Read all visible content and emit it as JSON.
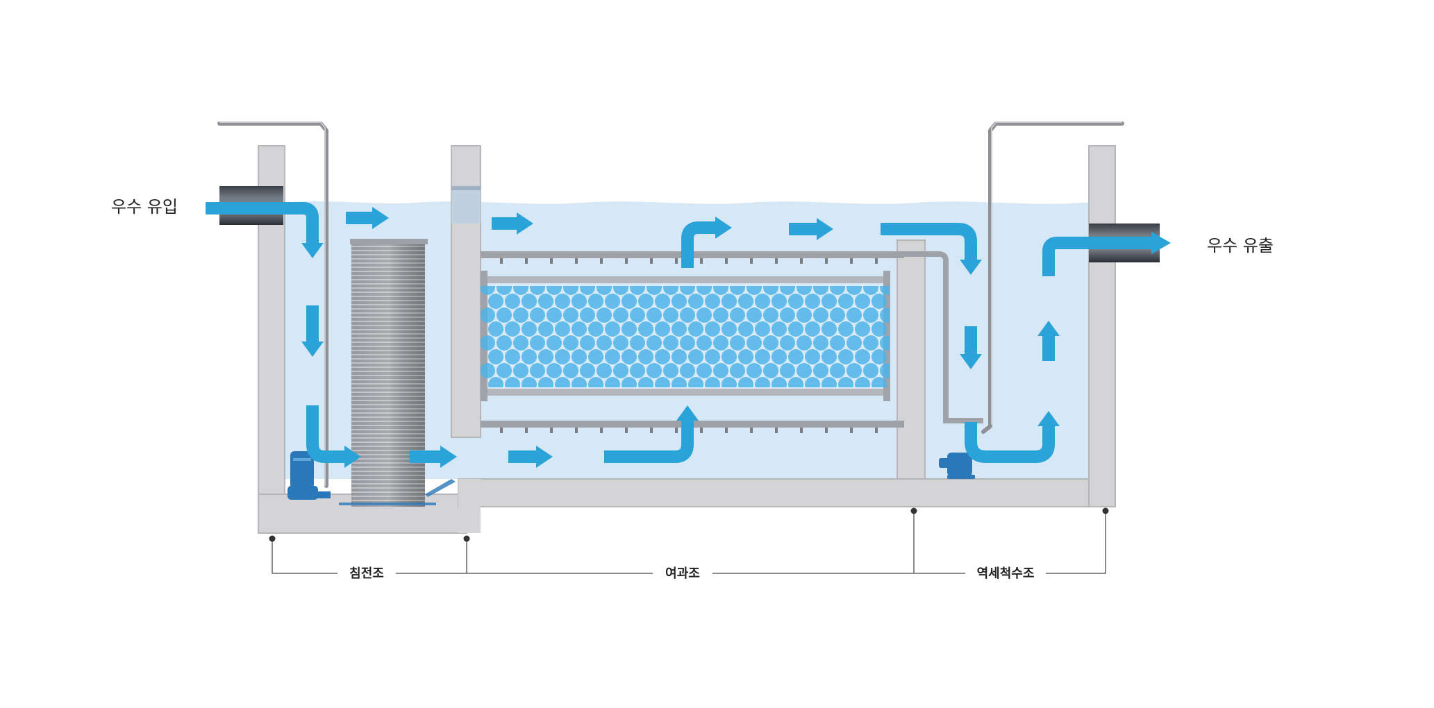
{
  "labels": {
    "inflow": "우수 유입",
    "outflow": "우수 유출",
    "sections": {
      "settling": "침전조",
      "filtration": "여과조",
      "backwash": "역세척수조"
    }
  },
  "colors": {
    "water": "#d6e8f6",
    "water_surface": "#c9e0f2",
    "concrete": "#d4d4d6",
    "concrete_edge": "#b6b6ba",
    "flow_arrow": "#2aa3d8",
    "filter_media": "#4db4e6",
    "pipe": "#8e9096",
    "pump": "#2a78b8",
    "dimension_line": "#666666"
  },
  "icons": {
    "flow": "arrow-right-icon",
    "pump": "pump-icon",
    "dimension_marker": "dot-marker-icon"
  }
}
